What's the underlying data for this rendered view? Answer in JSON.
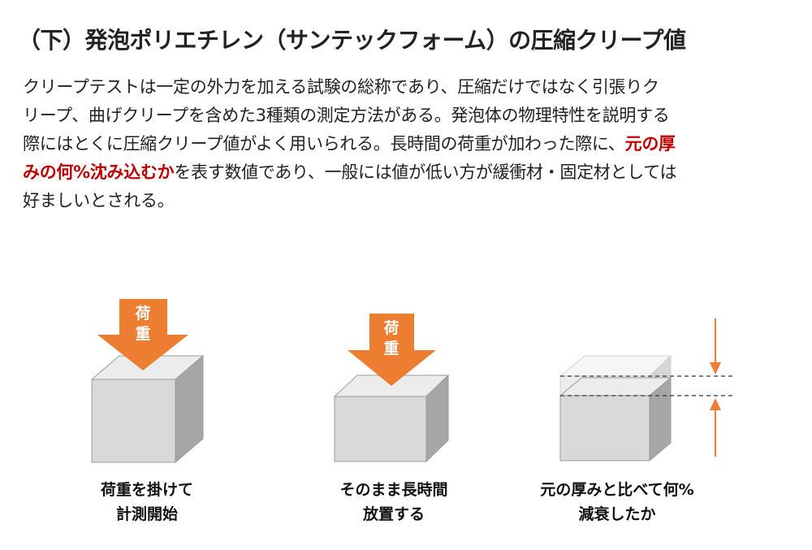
{
  "title": "（下）発泡ポリエチレン（サンテックフォーム）の圧縮クリープ値",
  "paragraph": {
    "line1": "クリープテストは一定の外力を加える試験の総称であり、圧縮だけではなく引張りク",
    "line2": "リープ、曲げクリープを含めた3種類の測定方法がある。発泡体の物理特性を説明する",
    "line3_before": "際にはとくに圧縮クリープ値がよく用いられる。長時間の荷重が加わった際に、",
    "line3_highlight": "元の厚",
    "line4_highlight": "みの何%沈み込むか",
    "line4_after": "を表す数値であり、一般には値が低い方が緩衝材・固定材としては",
    "line5": "好ましいとされる。"
  },
  "colors": {
    "highlight": "#c00000",
    "arrow": "#ed7d31",
    "cube_front": "#d9d9d9",
    "cube_top": "#ececec",
    "cube_side": "#a6a6a6"
  },
  "steps": [
    {
      "arrow_label_1": "荷",
      "arrow_label_2": "重",
      "caption_line1": "荷重を掛けて",
      "caption_line2": "計測開始"
    },
    {
      "arrow_label_1": "荷",
      "arrow_label_2": "重",
      "caption_line1": "そのまま長時間",
      "caption_line2": "放置する"
    },
    {
      "caption_line1": "元の厚みと比べて何%",
      "caption_line2": "減衰したか"
    }
  ]
}
